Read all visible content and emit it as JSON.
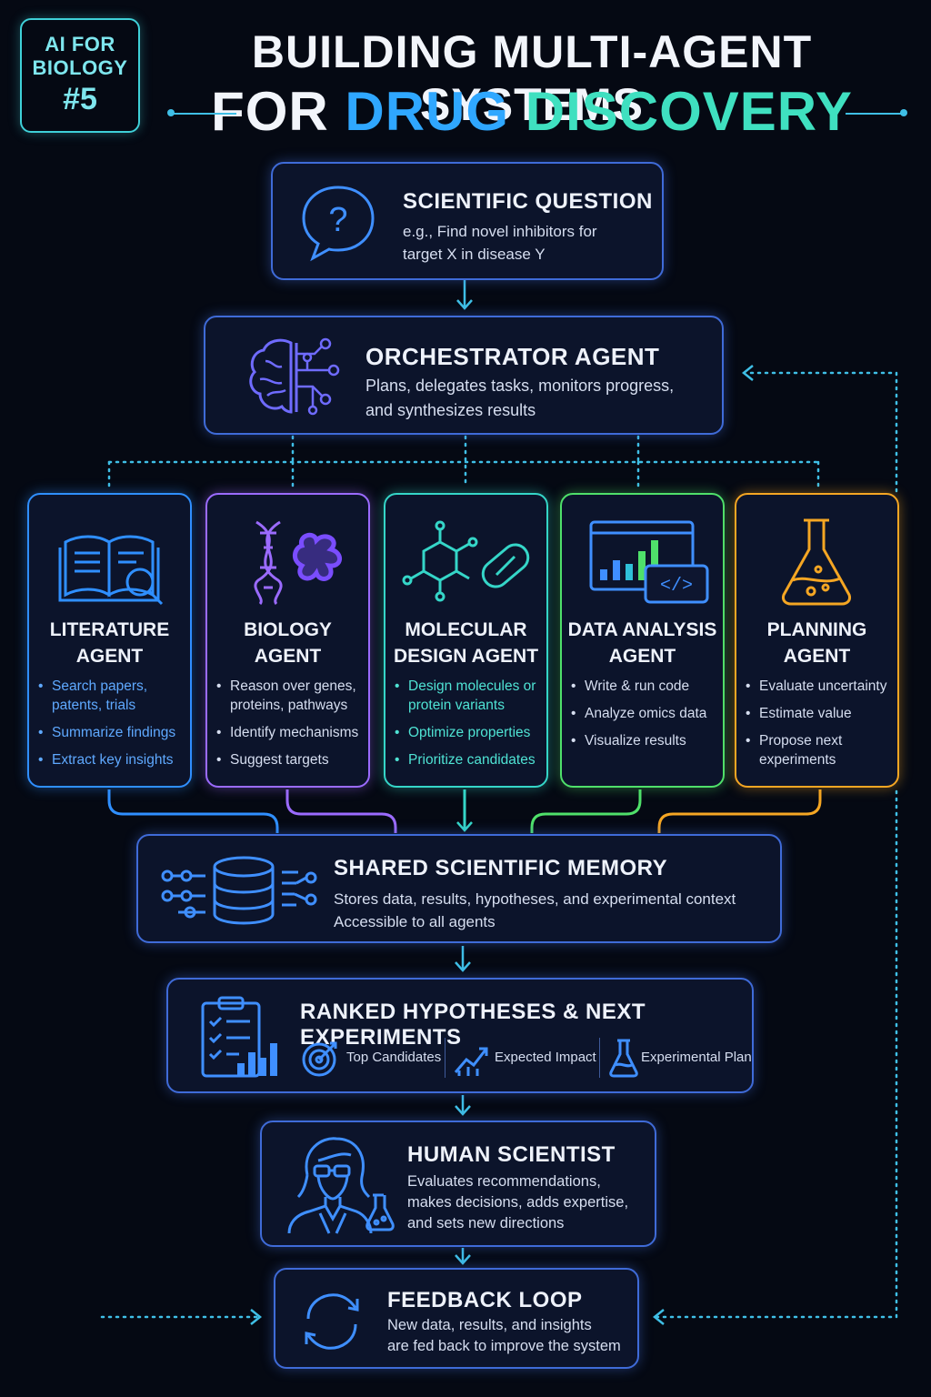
{
  "badge": {
    "line1": "AI FOR",
    "line2": "BIOLOGY",
    "line3": "#5"
  },
  "title": {
    "line1": "BUILDING MULTI-AGENT SYSTEMS",
    "line2_prefix": "FOR ",
    "line2_accent1": "DRUG",
    "line2_accent2": "DISCOVERY"
  },
  "question": {
    "title": "SCIENTIFIC QUESTION",
    "text_line1": "e.g., Find novel inhibitors for",
    "text_line2": "target X in disease Y",
    "icon": "question-bubble-icon"
  },
  "orchestrator": {
    "title": "ORCHESTRATOR AGENT",
    "text_line1": "Plans, delegates tasks, monitors progress,",
    "text_line2": "and synthesizes results",
    "icon": "brain-circuit-icon"
  },
  "agents": [
    {
      "title_line1": "LITERATURE",
      "title_line2": "AGENT",
      "color": "#2f8fff",
      "icon": "book-search-icon",
      "bullets": [
        "Search papers, patents, trials",
        "Summarize findings",
        "Extract key insights"
      ]
    },
    {
      "title_line1": "BIOLOGY",
      "title_line2": "AGENT",
      "color": "#9b6bff",
      "icon": "dna-protein-icon",
      "bullets": [
        "Reason over genes, proteins, pathways",
        "Identify mechanisms",
        "Suggest targets"
      ]
    },
    {
      "title_line1": "MOLECULAR",
      "title_line2": "DESIGN AGENT",
      "color": "#35d6c8",
      "icon": "molecule-pill-icon",
      "bullets": [
        "Design molecules or protein variants",
        "Optimize properties",
        "Prioritize candidates"
      ]
    },
    {
      "title_line1": "DATA ANALYSIS",
      "title_line2": "AGENT",
      "color": "#4fe06a",
      "icon": "chart-code-icon",
      "bullets": [
        "Write & run code",
        "Analyze omics data",
        "Visualize results"
      ]
    },
    {
      "title_line1": "PLANNING",
      "title_line2": "AGENT",
      "color": "#f5a623",
      "icon": "flask-icon",
      "bullets": [
        "Evaluate uncertainty",
        "Estimate value",
        "Propose next experiments"
      ]
    }
  ],
  "memory": {
    "title": "SHARED SCIENTIFIC MEMORY",
    "text_line1": "Stores data, results, hypotheses, and experimental context",
    "text_line2": "Accessible to all agents",
    "icon": "database-icon"
  },
  "ranked": {
    "title": "RANKED HYPOTHESES & NEXT EXPERIMENTS",
    "icon": "clipboard-chart-icon",
    "items": [
      {
        "label": "Top Candidates",
        "icon": "target-icon"
      },
      {
        "label": "Expected Impact",
        "icon": "trend-up-icon"
      },
      {
        "label": "Experimental Plan",
        "icon": "flask-icon"
      }
    ]
  },
  "human": {
    "title": "HUMAN SCIENTIST",
    "text_line1": "Evaluates recommendations,",
    "text_line2": "makes decisions, adds expertise,",
    "text_line3": "and sets new directions",
    "icon": "scientist-icon"
  },
  "feedback": {
    "title": "FEEDBACK LOOP",
    "text_line1": "New data, results, and insights",
    "text_line2": "are fed back to improve the system",
    "icon": "cycle-arrows-icon"
  },
  "colors": {
    "accent": "#3f6bd8",
    "connector": "#3fbfe6",
    "background": "#050913"
  }
}
